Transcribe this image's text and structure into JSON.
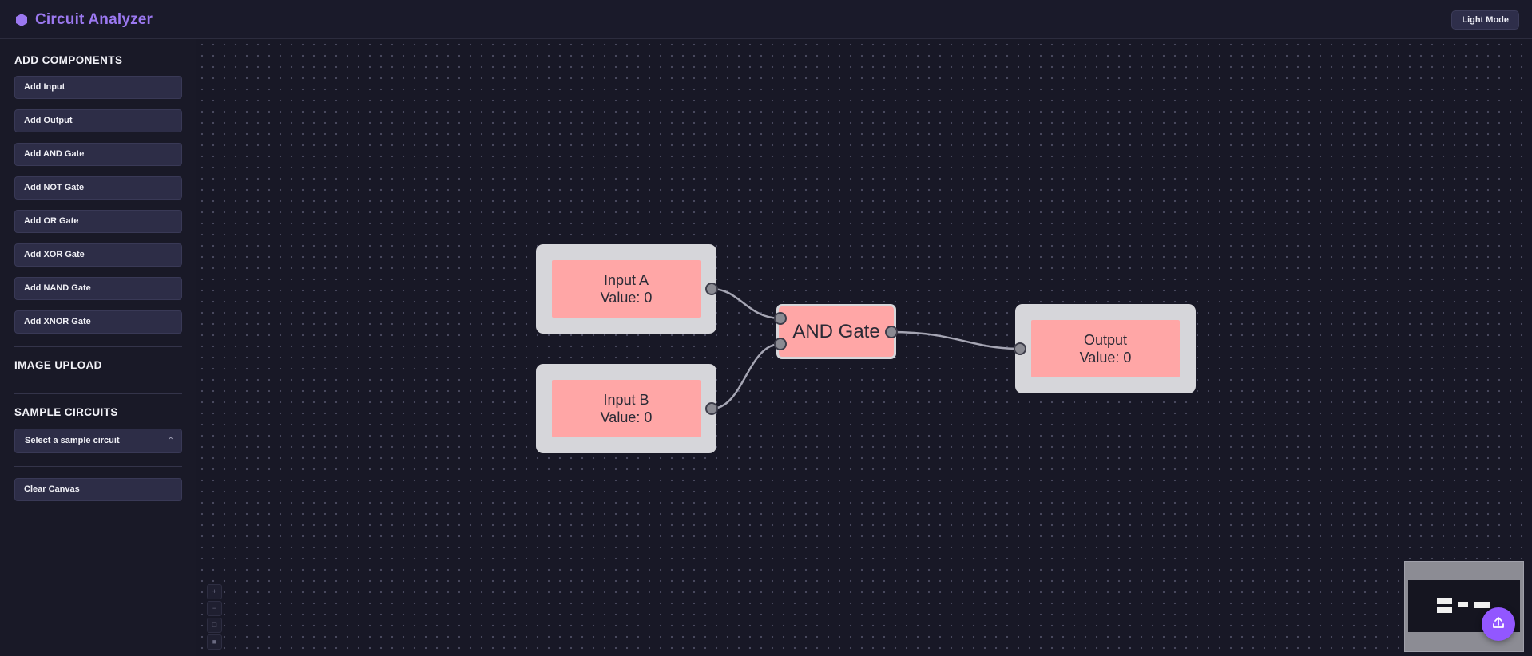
{
  "header": {
    "title": "Circuit Analyzer",
    "logo_icon": "hexagon-icon",
    "theme_toggle_label": "Light Mode"
  },
  "sidebar": {
    "add_components_title": "ADD COMPONENTS",
    "buttons": [
      {
        "label": "Add Input"
      },
      {
        "label": "Add Output"
      },
      {
        "label": "Add AND Gate"
      },
      {
        "label": "Add NOT Gate"
      },
      {
        "label": "Add OR Gate"
      },
      {
        "label": "Add XOR Gate"
      },
      {
        "label": "Add NAND Gate"
      },
      {
        "label": "Add XNOR Gate"
      }
    ],
    "image_upload_title": "IMAGE UPLOAD",
    "sample_circuits_title": "SAMPLE CIRCUITS",
    "sample_select_value": "Select a sample circuit",
    "clear_canvas_label": "Clear Canvas"
  },
  "canvas": {
    "nodes": {
      "input_a": {
        "name": "Input A",
        "value_text": "Value: 0"
      },
      "input_b": {
        "name": "Input B",
        "value_text": "Value: 0"
      },
      "and_gate": {
        "label": "AND Gate"
      },
      "output": {
        "name": "Output",
        "value_text": "Value: 0"
      }
    },
    "controls": [
      "zoom-in-icon",
      "zoom-out-icon",
      "fit-view-icon",
      "lock-icon"
    ],
    "fab_icon": "upload-icon"
  },
  "colors": {
    "brand": "#9b78f0",
    "node_fill": "#ffa6a6",
    "node_frame": "#d6d6da",
    "fab": "#9257ff",
    "background": "#181826"
  }
}
